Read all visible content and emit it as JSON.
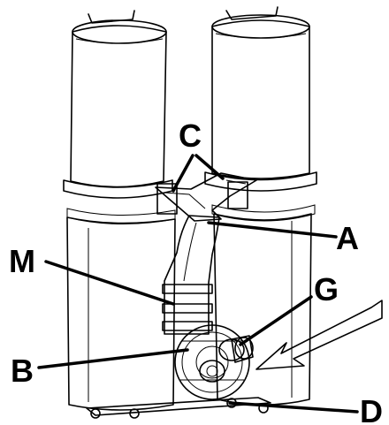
{
  "labels": {
    "C": "C",
    "A": "A",
    "M": "M",
    "G": "G",
    "B": "B",
    "D": "D"
  },
  "colors": {
    "line": "#000000",
    "fill": "#ffffff"
  }
}
